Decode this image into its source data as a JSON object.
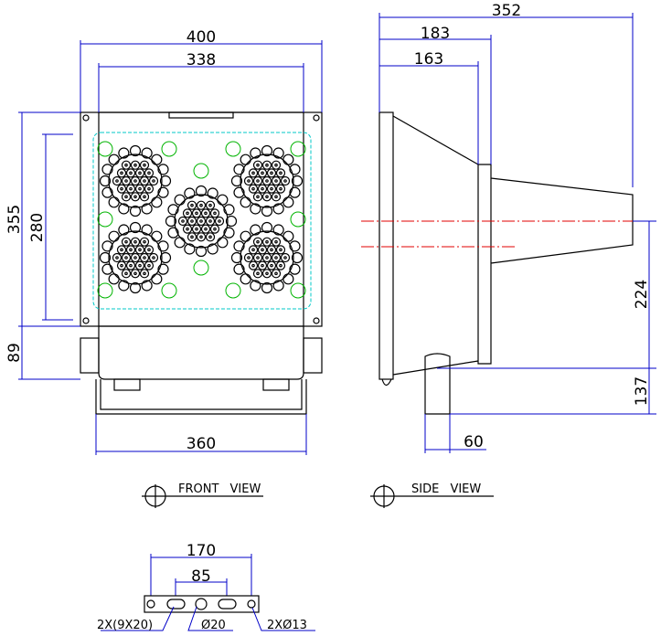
{
  "front_view": {
    "title": "FRONT VIEW",
    "dims": {
      "width_overall": "400",
      "width_inner": "338",
      "height_overall": "355",
      "height_inner": "280",
      "bracket_height": "89",
      "bracket_width": "360"
    }
  },
  "side_view": {
    "title": "SIDE VIEW",
    "dims": {
      "depth_overall": "352",
      "depth_mid": "183",
      "depth_front": "163",
      "axis_height": "224",
      "bracket_offset": "137",
      "bracket_width": "60"
    }
  },
  "mount_plate": {
    "dims": {
      "outer_spacing": "170",
      "inner_spacing": "85"
    },
    "labels": {
      "slots": "2X(9X20)",
      "center_hole": "Ø20",
      "holes": "2XØ13"
    }
  },
  "colors": {
    "outline": "#000000",
    "dimension": "#0000c8",
    "centerline": "#e00000",
    "led_marker": "#00b400",
    "lens_outline": "#00c8c8"
  }
}
